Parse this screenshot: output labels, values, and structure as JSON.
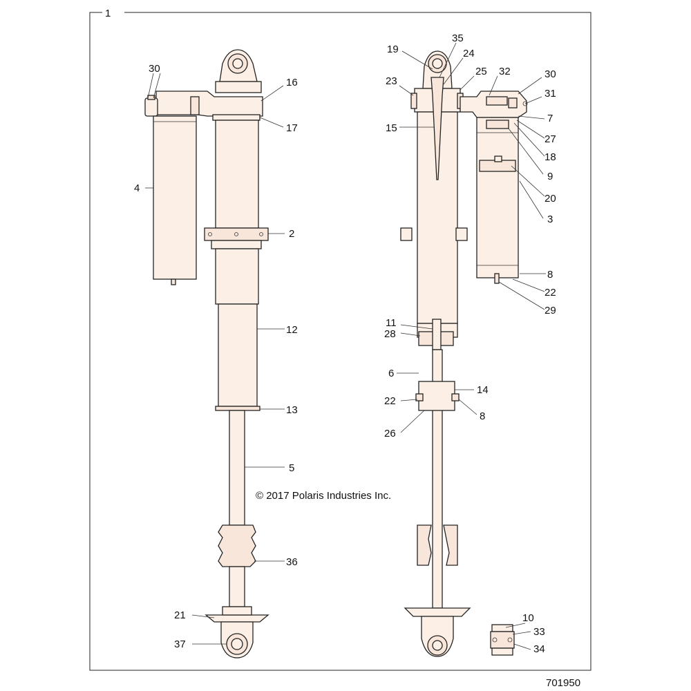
{
  "figure_number": "701950",
  "copyright": "© 2017 Polaris Industries Inc.",
  "callouts": {
    "c1": "1",
    "l30": "30",
    "l16": "16",
    "l17": "17",
    "l4": "4",
    "l2": "2",
    "l12": "12",
    "l13": "13",
    "l5": "5",
    "l36": "36",
    "l21": "21",
    "l37": "37",
    "r19": "19",
    "r35": "35",
    "r24": "24",
    "r25": "25",
    "r32": "32",
    "r30": "30",
    "r23": "23",
    "r31": "31",
    "r15": "15",
    "r7": "7",
    "r27": "27",
    "r18": "18",
    "r9": "9",
    "r20": "20",
    "r3": "3",
    "r8a": "8",
    "r22a": "22",
    "r29": "29",
    "r11": "11",
    "r28": "28",
    "r6": "6",
    "r14": "14",
    "r22b": "22",
    "r8b": "8",
    "r26": "26",
    "r10": "10",
    "r33": "33",
    "r34": "34"
  }
}
